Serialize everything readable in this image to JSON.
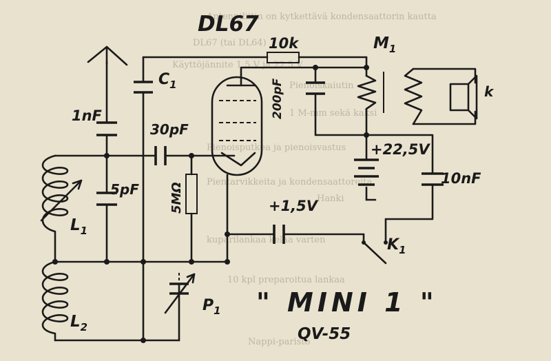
{
  "labels": {
    "tube": "DL67",
    "r_anode": "10k",
    "speaker": "M",
    "speaker_sub": "1",
    "speaker_k": "k",
    "c1": "C",
    "c1_sub": "1",
    "c_200p": "200pF",
    "c_1n": "1nF",
    "c_30p": "30pF",
    "c_5p": "5pF",
    "r_grid": "5MΩ",
    "batt_hi": "+22,5V",
    "c_10n": "10nF",
    "batt_lo": "+1,5V",
    "l1": "L",
    "l1_sub": "1",
    "l2": "L",
    "l2_sub": "2",
    "k1": "K",
    "k1_sub": "1",
    "p1": "P",
    "p1_sub": "1",
    "title": "\" MINI 1 \"",
    "subtitle": "QV-55"
  },
  "background_text": [
    "Antenniliitin on kytkettävä kondensaattorin kautta",
    "DL67 (tai DL64)",
    "Käyttöjännite 1,5 V ja 22,5 V",
    "Pienoiskaiutin",
    "1 M-mm sekä kaksi",
    "Pienoisputkea ja pienoisvastus",
    "Pientarvikkeita ja kondensaattoreita",
    "Hanki",
    "kuparilankaa kelaa varten",
    "10 kpl preparoitua lankaa",
    "Nappi-paristo"
  ]
}
